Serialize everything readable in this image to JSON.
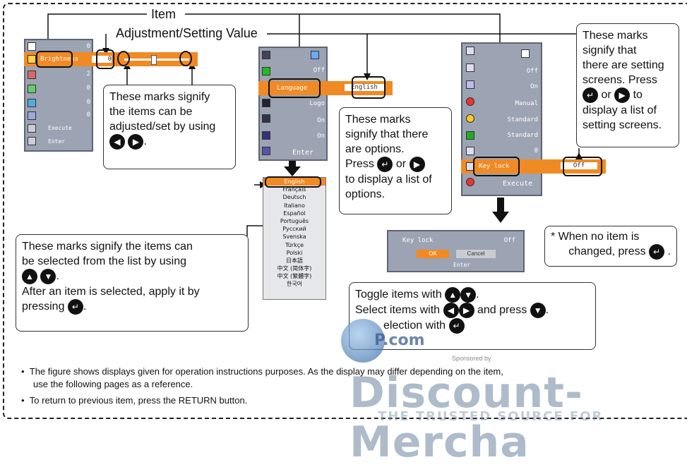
{
  "labels": {
    "item": "Item",
    "adjustment": "Adjustment/Setting Value"
  },
  "callouts": {
    "adjust_marks": [
      "These marks signify",
      "the items can be",
      "adjusted/set by using"
    ],
    "options_marks": [
      "These marks",
      "signify that there",
      "are options.",
      "Press",
      "or",
      "to display a list of",
      "options."
    ],
    "setting_marks": [
      "These marks",
      "signify that",
      "there are setting",
      "screens. Press",
      "or",
      "to",
      "display a list of",
      "setting screens."
    ],
    "list_marks": [
      "These marks signify the items can",
      "be selected from the list by using",
      "After an item is selected, apply it by",
      "pressing"
    ],
    "no_item": [
      "* When no item is",
      "changed, press"
    ],
    "toggle": [
      "Toggle items with",
      "Select items with",
      "and press",
      "election with"
    ]
  },
  "menu1": {
    "items": [
      {
        "icon": "contrast-icon",
        "value": "0"
      },
      {
        "icon": "brightness-icon",
        "label": "Brightness",
        "value": "0"
      },
      {
        "icon": "color-icon",
        "value": "2"
      },
      {
        "icon": "tint-icon",
        "value": "0"
      },
      {
        "icon": "sharpness-icon",
        "value": "0"
      },
      {
        "icon": "gamma-icon",
        "value": "0"
      }
    ],
    "execute": "Execute",
    "enter": "Enter"
  },
  "menu2": {
    "language_label": "Language",
    "language_value": "English",
    "values": [
      "Off",
      "Logo",
      "On",
      "On"
    ],
    "enter": "Enter"
  },
  "language_list": [
    "English",
    "Français",
    "Deutsch",
    "Italiano",
    "Español",
    "Português",
    "Русский",
    "Svenska",
    "Türkçe",
    "Polski",
    "日本語",
    "中文 (简体字)",
    "中文 (繁體字)",
    "한국어"
  ],
  "menu3": {
    "values": [
      "Off",
      "On",
      "Manual",
      "Standard",
      "Standard",
      "0"
    ],
    "keylock_label": "Key lock",
    "keylock_value": "Off",
    "execute": "Execute"
  },
  "dialog": {
    "label": "Key lock",
    "value": "Off",
    "ok": "OK",
    "cancel": "Cancel",
    "enter": "Enter"
  },
  "notes": [
    "The figure shows displays given for operation instructions purposes.  As the display may differ depending on the item,",
    "use the following pages as a reference.",
    "To return to previous item, press the RETURN button."
  ],
  "watermark": {
    "site": "P.com",
    "sponsor": "Sponsored by",
    "big": "Discount-Mercha",
    "small": "THE TRUSTED SOURCE FOR"
  },
  "colors": {
    "accent": "#f08a24",
    "panel": "#9ca3b2",
    "panel_border": "#5e6472"
  }
}
